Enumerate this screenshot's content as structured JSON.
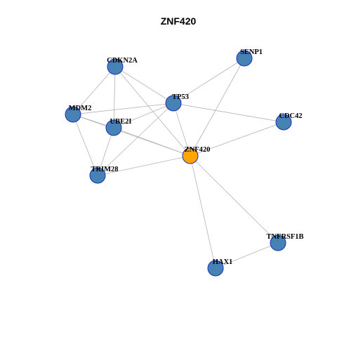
{
  "title": "ZNF420",
  "colors": {
    "background": "#ffffff",
    "node": "#4682b4",
    "node_border": "#1a2fbf",
    "center_node": "#ffa500",
    "edge": "#b3b3b3"
  },
  "nodes": [
    {
      "id": "CDKN2A",
      "label": "CDKN2A"
    },
    {
      "id": "SENP1",
      "label": "SENP1"
    },
    {
      "id": "TP53",
      "label": "TP53"
    },
    {
      "id": "MDM2",
      "label": "MDM2"
    },
    {
      "id": "UBE2I",
      "label": "UBE2I"
    },
    {
      "id": "CDC42",
      "label": "CDC42"
    },
    {
      "id": "ZNF420",
      "label": "ZNF420",
      "center": true
    },
    {
      "id": "TRIM28",
      "label": "TRIM28"
    },
    {
      "id": "TNFRSF1B",
      "label": "TNFRSF1B"
    },
    {
      "id": "HAX1",
      "label": "HAX1"
    }
  ],
  "edges": [
    [
      "CDKN2A",
      "MDM2"
    ],
    [
      "CDKN2A",
      "UBE2I"
    ],
    [
      "CDKN2A",
      "TP53"
    ],
    [
      "CDKN2A",
      "ZNF420"
    ],
    [
      "SENP1",
      "TP53"
    ],
    [
      "SENP1",
      "ZNF420"
    ],
    [
      "TP53",
      "MDM2"
    ],
    [
      "TP53",
      "UBE2I"
    ],
    [
      "TP53",
      "TRIM28"
    ],
    [
      "TP53",
      "CDC42"
    ],
    [
      "TP53",
      "ZNF420"
    ],
    [
      "MDM2",
      "UBE2I"
    ],
    [
      "MDM2",
      "TRIM28"
    ],
    [
      "MDM2",
      "ZNF420"
    ],
    [
      "UBE2I",
      "TRIM28"
    ],
    [
      "UBE2I",
      "ZNF420"
    ],
    [
      "CDC42",
      "ZNF420"
    ],
    [
      "ZNF420",
      "TRIM28"
    ],
    [
      "ZNF420",
      "TNFRSF1B"
    ],
    [
      "ZNF420",
      "HAX1"
    ],
    [
      "TNFRSF1B",
      "HAX1"
    ]
  ]
}
